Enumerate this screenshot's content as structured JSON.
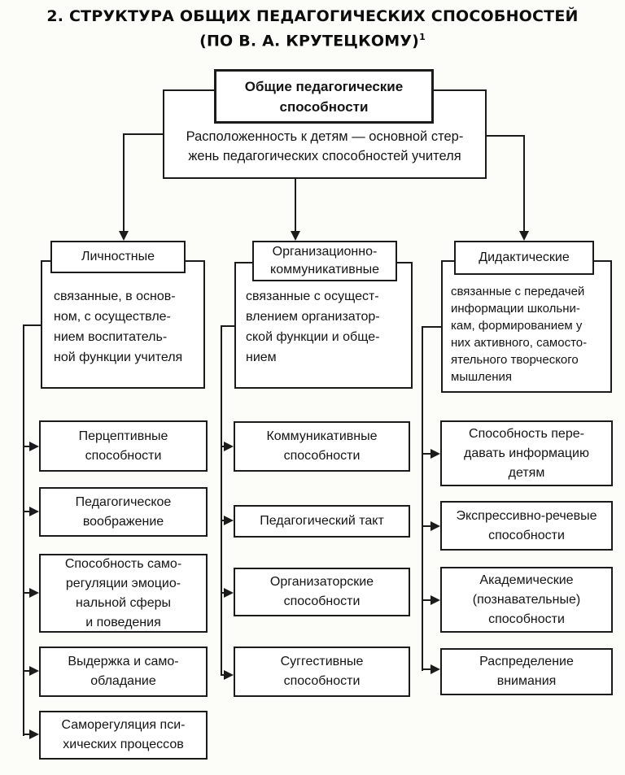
{
  "title": {
    "line1": "2. СТРУКТУРА ОБЩИХ ПЕДАГОГИЧЕСКИХ СПОСОБНОСТЕЙ",
    "line2": "(ПО В. А. КРУТЕЦКОМУ)",
    "footnote_mark": "1"
  },
  "root": {
    "label": "Общие педагогические\nспособности",
    "subtitle": "Расположенность к детям — основной стер-\nжень педагогических способностей учителя"
  },
  "columns": [
    {
      "header": "Личностные",
      "description": "связанные, в основ-\nном, с осуществле-\nнием воспитатель-\nной функции учителя",
      "items": [
        "Перцептивные\nспособности",
        "Педагогическое\nвоображение",
        "Способность само-\nрегуляции эмоцио-\nнальной сферы\nи поведения",
        "Выдержка и само-\nобладание",
        "Саморегуляция пси-\nхических процессов"
      ]
    },
    {
      "header": "Организационно-\nкоммуникативные",
      "description": "связанные с осущест-\nвлением организатор-\nской функции и обще-\nнием",
      "items": [
        "Коммуникативные\nспособности",
        "Педагогический такт",
        "Организаторские\nспособности",
        "Суггестивные\nспособности"
      ]
    },
    {
      "header": "Дидактические",
      "description": "связанные с передачей\nинформации школьни-\nкам, формированием у\nних активного, самосто-\nятельного творческого\nмышления",
      "items": [
        "Способность пере-\nдавать информацию\nдетям",
        "Экспрессивно-речевые\nспособности",
        "Академические\n(познавательные)\nспособности",
        "Распределение\nвнимания"
      ]
    }
  ],
  "colors": {
    "line": "#1b1b1b",
    "background": "#fcfcf8",
    "box_fill": "#ffffff",
    "text": "#141414"
  }
}
